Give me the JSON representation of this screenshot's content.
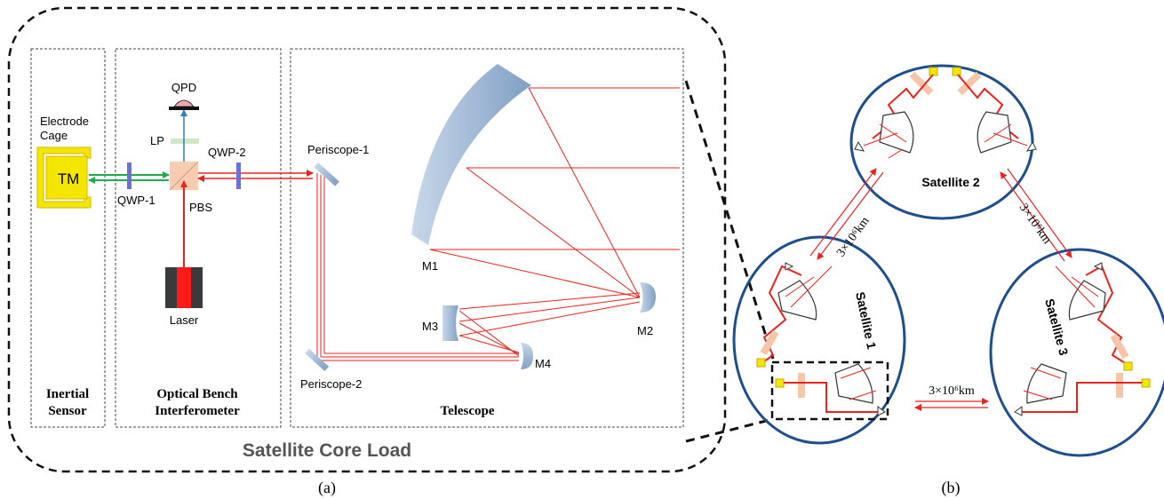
{
  "panel_a": {
    "caption": "(a)",
    "core_load_label": "Satellite Core Load",
    "inertial_sensor": {
      "title_line1": "Inertial",
      "title_line2": "Sensor",
      "electrode_cage_line1": "Electrode",
      "electrode_cage_line2": "Cage",
      "tm": "TM"
    },
    "optical_bench": {
      "title_line1": "Optical Bench",
      "title_line2": "Interferometer",
      "qpd": "QPD",
      "lp": "LP",
      "qwp1": "QWP-1",
      "qwp2": "QWP-2",
      "pbs": "PBS",
      "laser": "Laser"
    },
    "telescope": {
      "title": "Telescope",
      "periscope1": "Periscope-1",
      "periscope2": "Periscope-2",
      "m1": "M1",
      "m2": "M2",
      "m3": "M3",
      "m4": "M4"
    }
  },
  "panel_b": {
    "caption": "(b)",
    "satellite1": "Satellite 1",
    "satellite2": "Satellite 2",
    "satellite3": "Satellite 3",
    "distance_left": "3×10⁶km",
    "distance_right": "3×10⁶km",
    "distance_bottom": "3×10⁶km"
  },
  "colors": {
    "beam_red": "#e8231f",
    "beam_green": "#22a84a",
    "beam_blue": "#2f7fc4",
    "cage_yellow": "#f3e600",
    "mirror_blue": "#9fb8d4",
    "satellite_outline": "#1f4e8c",
    "qwp_purple": "#6f6fd6",
    "pbs_peach": "#f6c6a8",
    "lp_green": "#cfe8c8"
  }
}
